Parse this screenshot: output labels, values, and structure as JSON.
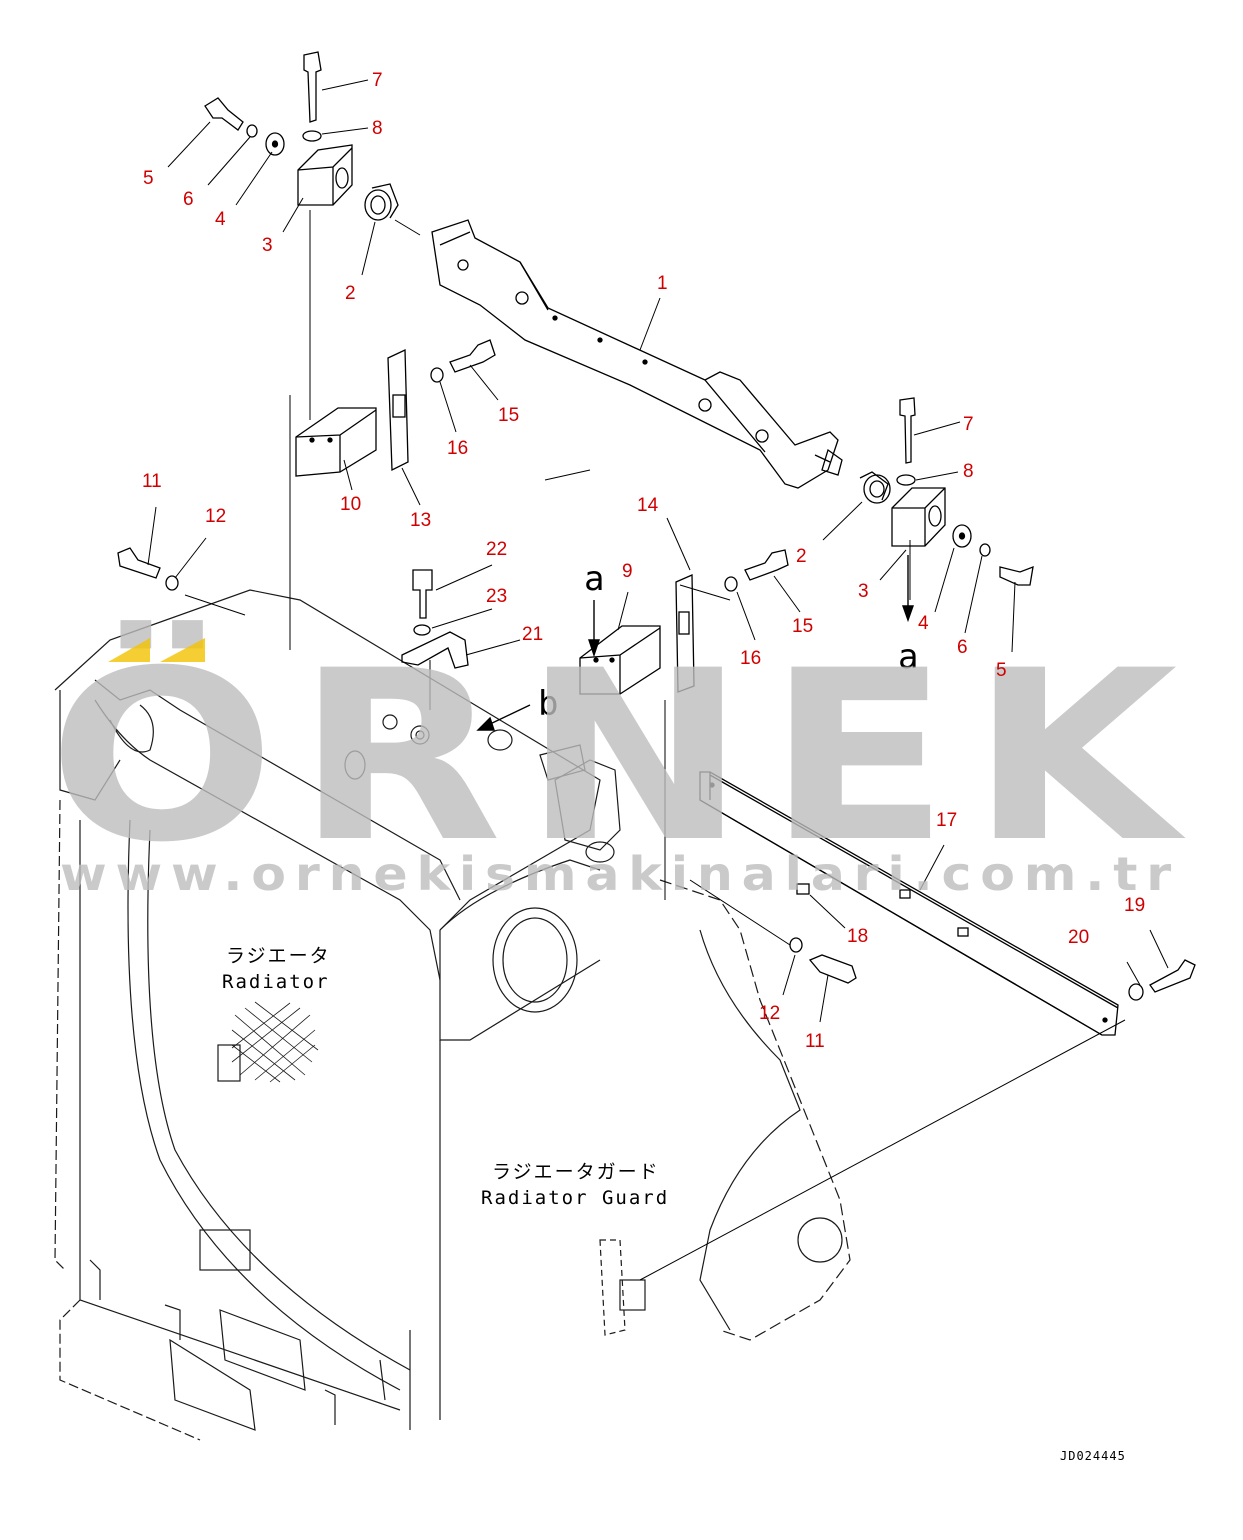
{
  "colors": {
    "label": "#d00000",
    "line": "#000000",
    "watermark": "#bdbdbd",
    "sketch": "#1a1a1a"
  },
  "watermark": {
    "logo_text": "ÖRNEK",
    "url": "www.ornekismakinalari.com.tr"
  },
  "drawing_code": "JD024445",
  "captions": {
    "radiator_jp": "ラジエータ",
    "radiator_en": "Radiator",
    "guard_jp": "ラジエータガード",
    "guard_en": "Radiator Guard"
  },
  "view_markers": {
    "a": "a",
    "b": "b"
  },
  "part_labels": {
    "p1": "1",
    "p2a": "2",
    "p2b": "2",
    "p3a": "3",
    "p3b": "3",
    "p4a": "4",
    "p4b": "4",
    "p5a": "5",
    "p5b": "5",
    "p6a": "6",
    "p6b": "6",
    "p7a": "7",
    "p7b": "7",
    "p8a": "8",
    "p8b": "8",
    "p9": "9",
    "p10": "10",
    "p11a": "11",
    "p11b": "11",
    "p12a": "12",
    "p12b": "12",
    "p13": "13",
    "p14": "14",
    "p15a": "15",
    "p15b": "15",
    "p16a": "16",
    "p16b": "16",
    "p17": "17",
    "p18": "18",
    "p19": "19",
    "p20": "20",
    "p21": "21",
    "p22": "22",
    "p23": "23"
  }
}
